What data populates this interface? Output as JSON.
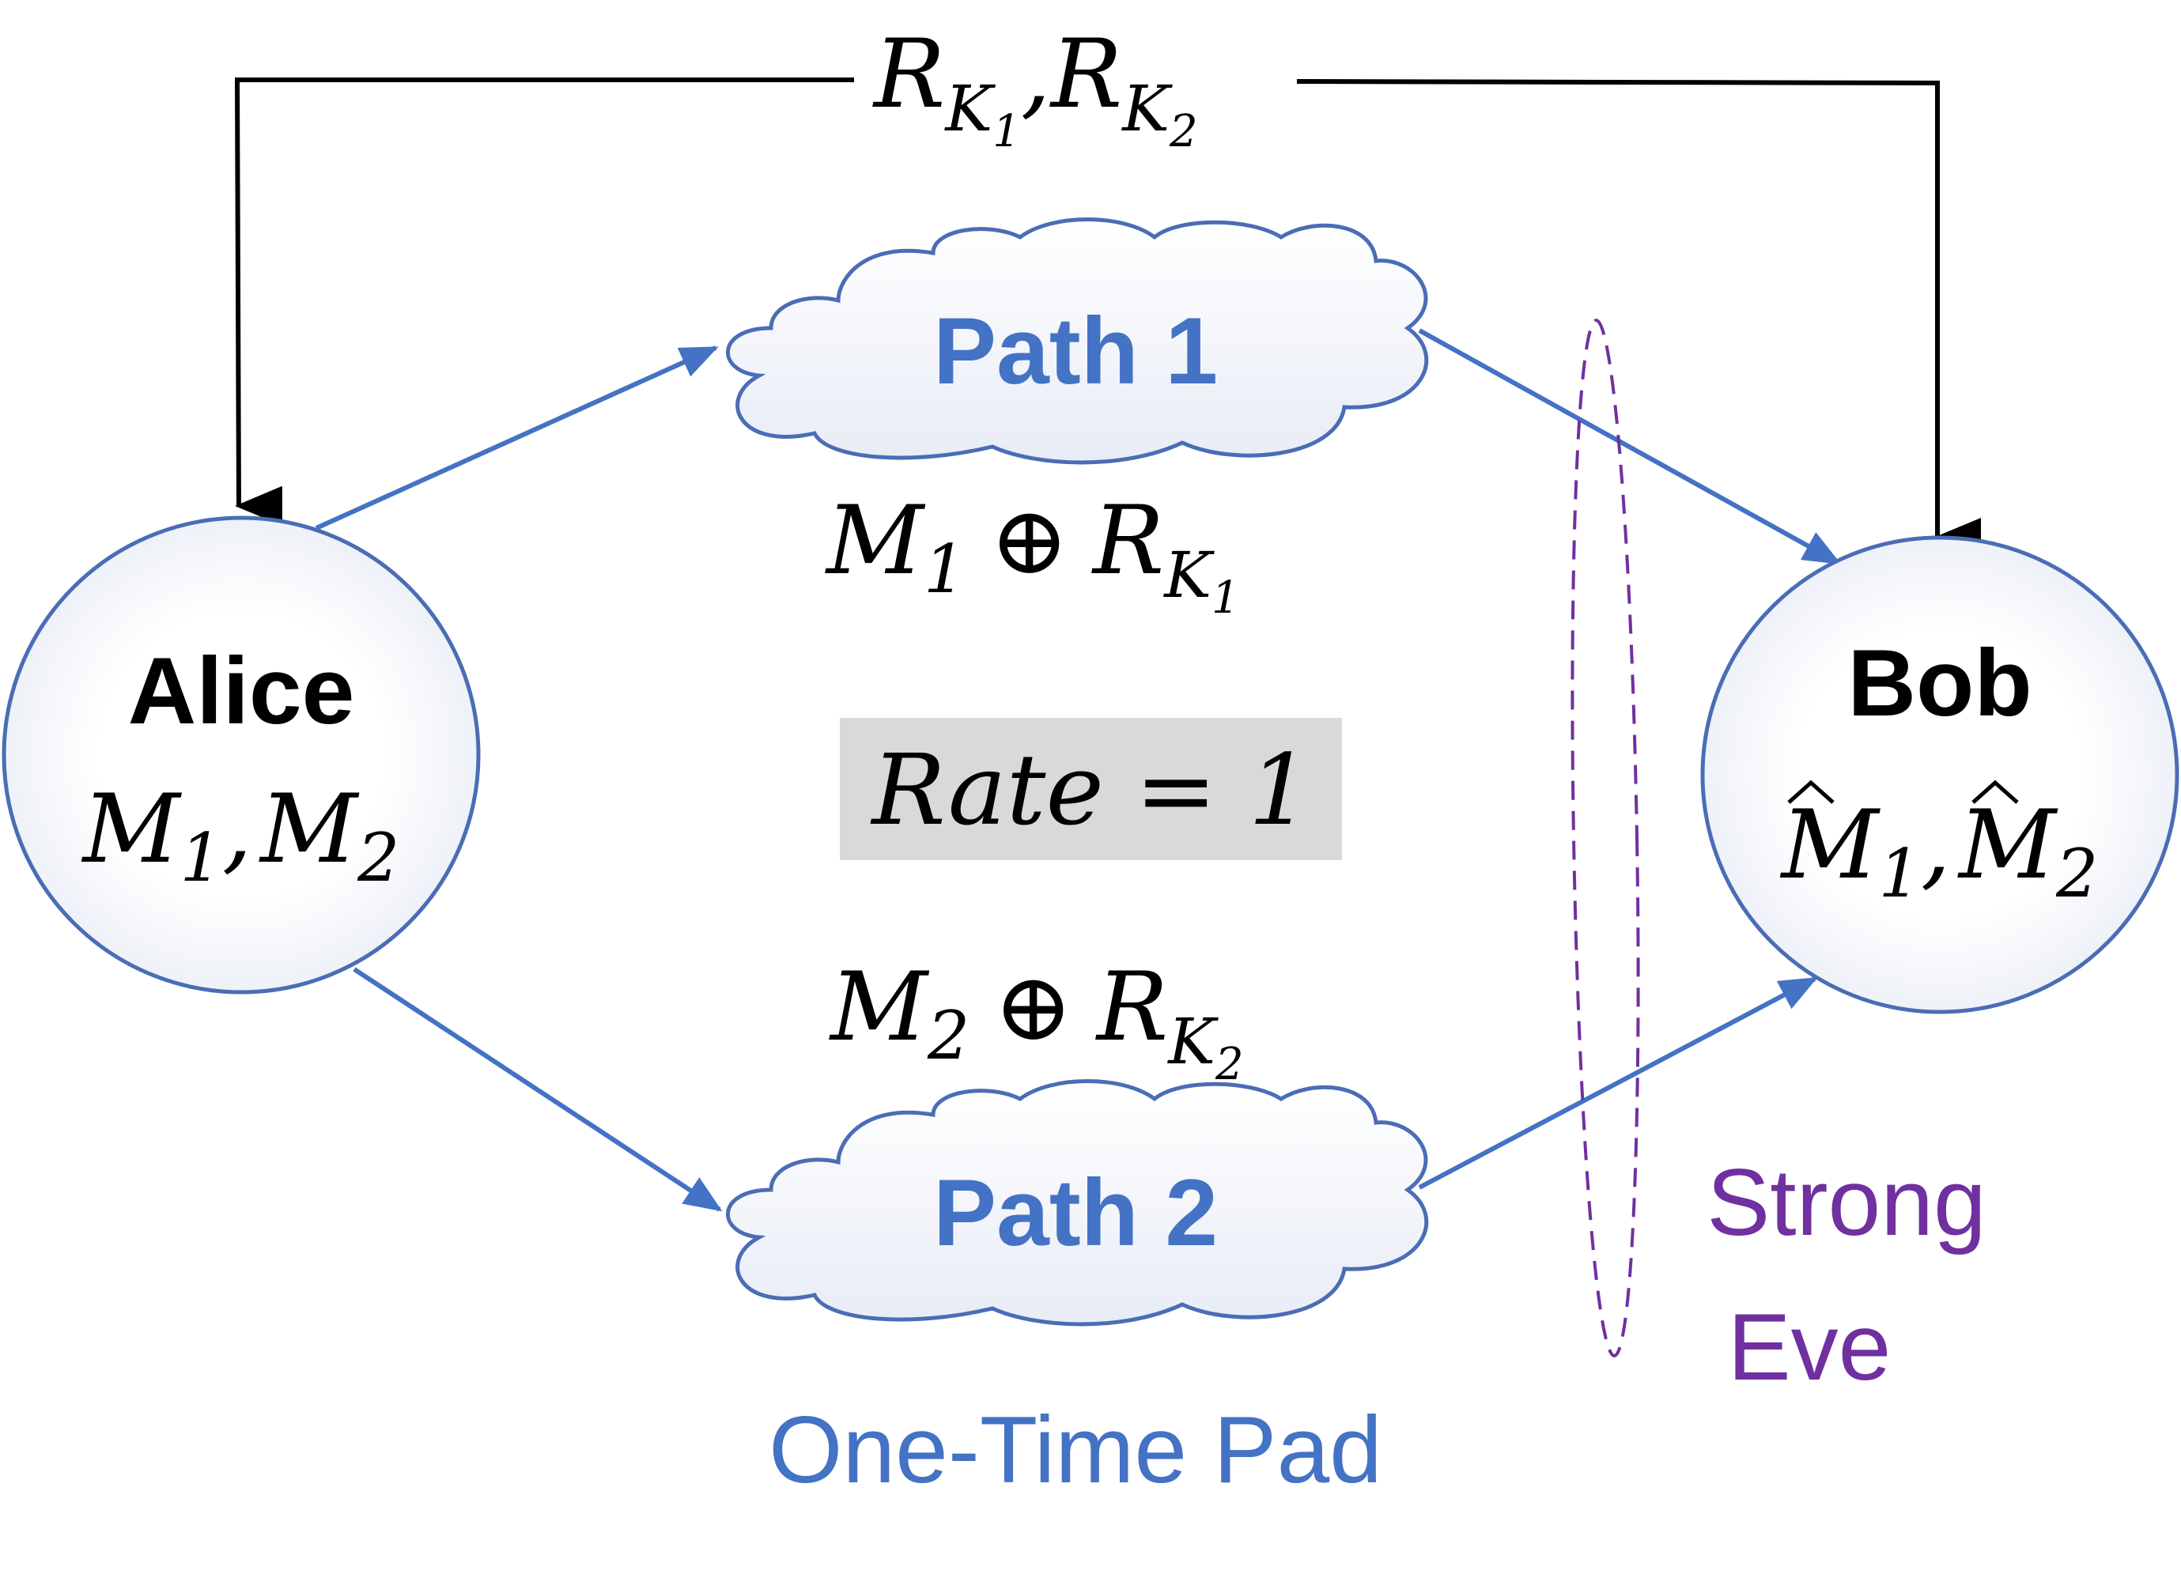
{
  "nodes": {
    "alice": {
      "name": "Alice",
      "msg1": "M",
      "sub1": "1",
      "sep": ",",
      "msg2": "M",
      "sub2": "2"
    },
    "bob": {
      "name": "Bob",
      "msg1": "M",
      "sub1": "1",
      "sep": ",",
      "msg2": "M",
      "sub2": "2"
    }
  },
  "paths": {
    "path1": {
      "label": "Path 1",
      "eq": {
        "m": "M",
        "msub": "1",
        "op": "⊕",
        "r": "R",
        "rsub": "K",
        "rsubsub": "1"
      }
    },
    "path2": {
      "label": "Path 2",
      "eq": {
        "m": "M",
        "msub": "2",
        "op": "⊕",
        "r": "R",
        "rsub": "K",
        "rsubsub": "2"
      }
    }
  },
  "key_channel": {
    "r1": "R",
    "r1sub": "K",
    "r1subsub": "1",
    "sep": ",",
    "r2": "R",
    "r2sub": "K",
    "r2subsub": "2"
  },
  "rate_box": {
    "text": "Rate = 1"
  },
  "eve_label": {
    "line1": "Strong",
    "line2": "Eve"
  },
  "scheme_label": "One-Time Pad",
  "colors": {
    "node_border": "#4a6db5",
    "arrow_blue": "#4472c4",
    "path_text": "#4472c4",
    "eve_purple": "#7030a0",
    "rate_bg": "#d9d9d9",
    "black": "#000000"
  }
}
